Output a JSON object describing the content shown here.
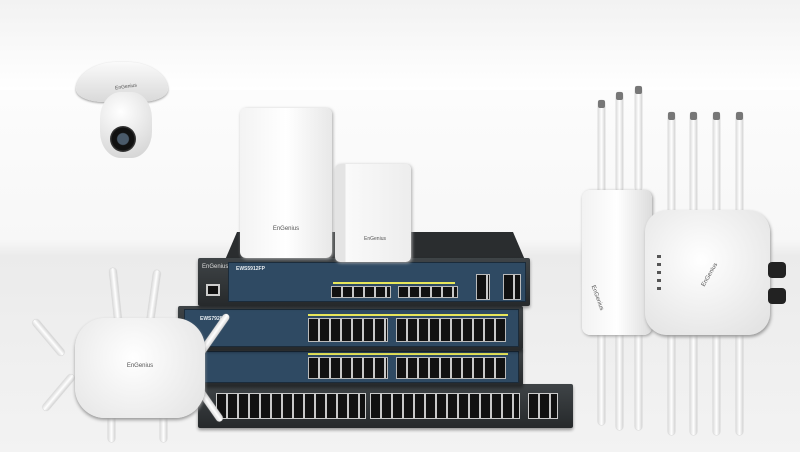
{
  "products": {
    "brand": "EnGenius",
    "switch_model": "EWS5912FP",
    "switch_model_2": "EWS7928P"
  },
  "colors": {
    "panel": "#2f4a63",
    "chassis": "#2b2e30",
    "accent": "#e7e65a"
  }
}
